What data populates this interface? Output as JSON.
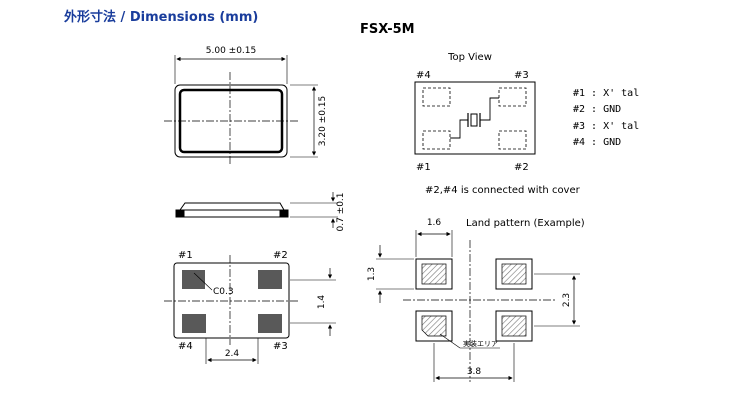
{
  "header": {
    "title_jp": "外形寸法",
    "title_sep": " / ",
    "title_en": "Dimensions (mm)"
  },
  "model": "FSX-5M",
  "top_view": {
    "title": "Top View",
    "pins": [
      "#1",
      "#2",
      "#3",
      "#4"
    ]
  },
  "pin_table": [
    "#1 : X' tal",
    "#2 : GND",
    "#3 : X' tal",
    "#4 : GND"
  ],
  "connection_note": "#2,#4 is connected with cover",
  "dimensions": {
    "width": "5.00 ±0.15",
    "height": "3.20 ±0.15",
    "thickness": "0.7 ±0.1",
    "chamfer": "C0.3",
    "pad_pitch_x": "2.4",
    "pad_pitch_y": "1.4"
  },
  "land_pattern": {
    "title": "Land pattern (Example)",
    "pad_width": "1.6",
    "pad_height": "1.3",
    "span_y": "2.3",
    "span_x": "3.8",
    "mount_area": "実装エリア"
  },
  "colors": {
    "title": "#1a3d9c",
    "pad_fill": "#595959",
    "hatch": "#777777"
  }
}
